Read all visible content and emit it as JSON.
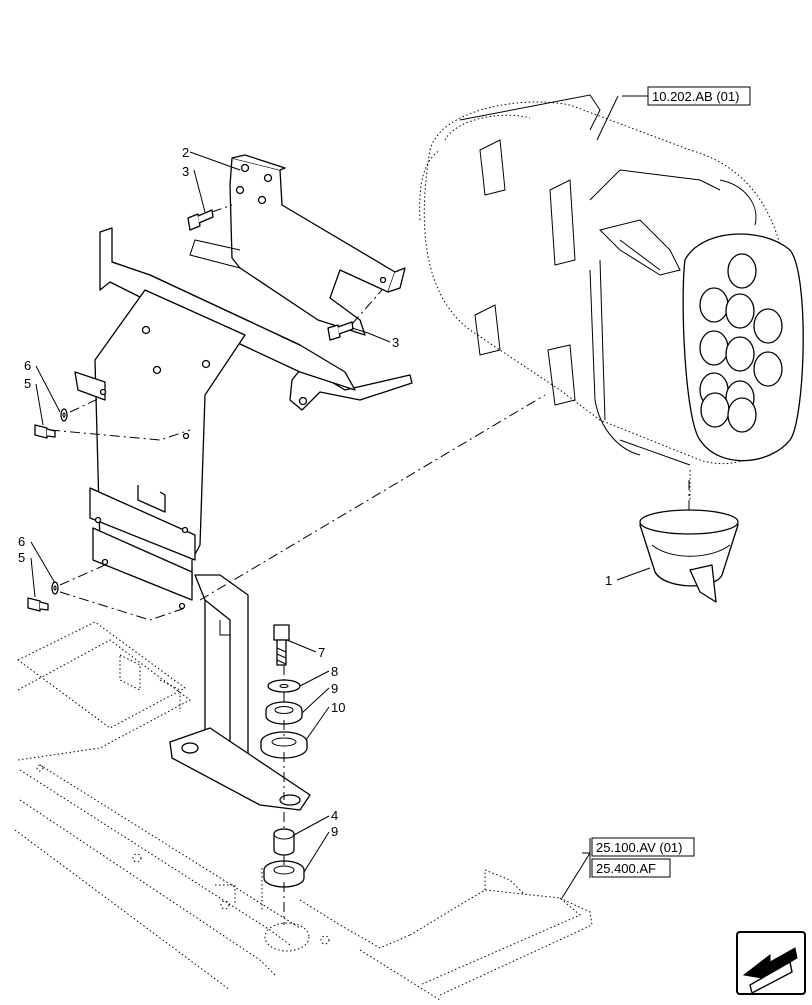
{
  "references": {
    "air_cleaner_ref": "10.202.AB (01)",
    "frame_ref_1": "25.100.AV (01)",
    "frame_ref_2": "25.400.AF"
  },
  "callouts": {
    "air_cleaner": "1",
    "bracket_upper": "2",
    "bolt_upper_left": "3",
    "bolt_upper_right": "3",
    "washer_upper": "6",
    "bolt_upper": "5",
    "washer_lower": "6",
    "bolt_lower": "5",
    "mount_bolt": "7",
    "mount_washer": "8",
    "mount_bushing_upper": "9",
    "mount_isolator": "10",
    "spacer": "4",
    "mount_bushing_lower": "9"
  },
  "icons": {
    "navigation": "nav-arrow-icon"
  }
}
